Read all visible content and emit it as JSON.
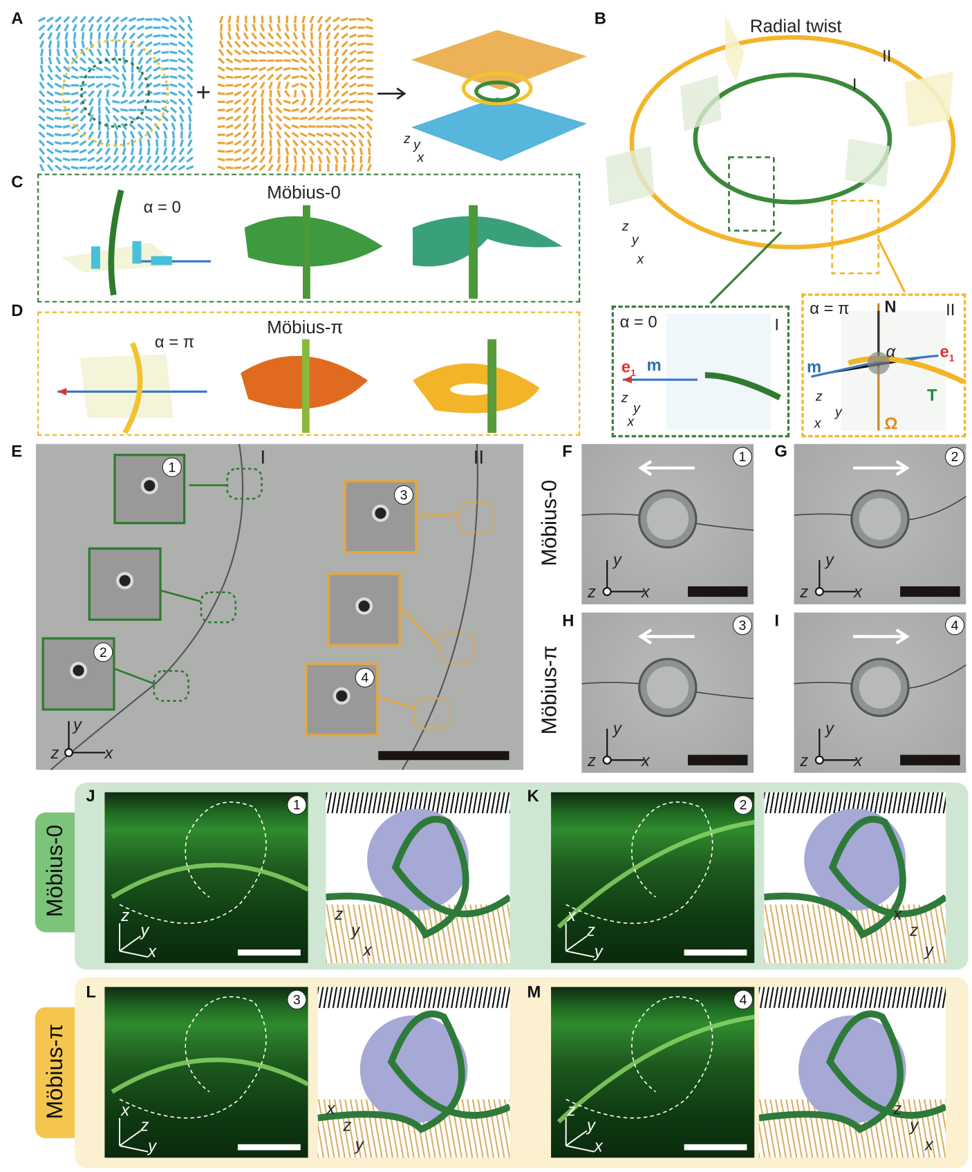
{
  "panel_labels": [
    "A",
    "B",
    "C",
    "D",
    "E",
    "F",
    "G",
    "H",
    "I",
    "J",
    "K",
    "L",
    "M"
  ],
  "panel_a": {
    "plus": "+",
    "axes": {
      "z": "z",
      "y": "y",
      "x": "x"
    }
  },
  "panel_b": {
    "title": "Radial twist",
    "ring_outer": "II",
    "ring_inner": "I",
    "axes": {
      "z": "z",
      "y": "y",
      "x": "x"
    },
    "inset_i": {
      "alpha": "α = 0",
      "ring": "I",
      "e1": "e",
      "e1_sub": "1",
      "m": "m",
      "axes": {
        "z": "z",
        "y": "y",
        "x": "x"
      }
    },
    "inset_ii": {
      "alpha": "α = π",
      "ring": "II",
      "N": "N",
      "alpha_sym": "α",
      "e1": "e",
      "e1_sub": "1",
      "m": "m",
      "T": "T",
      "Omega": "Ω",
      "axes": {
        "z": "z",
        "y": "y",
        "x": "x"
      }
    }
  },
  "panel_c": {
    "title": "Möbius-0",
    "alpha": "α = 0"
  },
  "panel_d": {
    "title": "Möbius-π",
    "alpha": "α = π"
  },
  "panel_e": {
    "ring_inner": "I",
    "ring_outer": "II",
    "insets": [
      "1",
      "2",
      "3",
      "4"
    ],
    "axes": {
      "z": "z",
      "y": "y",
      "x": "x"
    }
  },
  "row_labels": {
    "mobius0": "Möbius-0",
    "mobiuspi": "Möbius-π"
  },
  "panels_fghi": [
    {
      "num": "1",
      "direction": "left"
    },
    {
      "num": "2",
      "direction": "right"
    },
    {
      "num": "3",
      "direction": "left"
    },
    {
      "num": "4",
      "direction": "right"
    }
  ],
  "axes_xy": {
    "z": "z",
    "y": "y",
    "x": "x"
  },
  "panels_jklm": [
    {
      "num": "1",
      "img_axes": {
        "a": "z",
        "b": "y",
        "c": "x"
      },
      "render_axes": {
        "a": "z",
        "b": "y",
        "c": "x"
      }
    },
    {
      "num": "2",
      "img_axes": {
        "a": "x",
        "b": "z",
        "c": "y"
      },
      "render_axes": {
        "a": "x",
        "b": "z",
        "c": "y"
      }
    },
    {
      "num": "3",
      "img_axes": {
        "a": "x",
        "b": "z",
        "c": "y"
      },
      "render_axes": {
        "a": "x",
        "b": "z",
        "c": "y"
      }
    },
    {
      "num": "4",
      "img_axes": {
        "a": "z",
        "b": "y",
        "c": "x"
      },
      "render_axes": {
        "a": "z",
        "b": "y",
        "c": "x"
      }
    }
  ],
  "colors": {
    "green": "#3a7d3a",
    "orange": "#f2b52a",
    "blue": "#4fb3d9",
    "lightgreen": "#cfe7d2",
    "cream": "#fbf0cf"
  }
}
